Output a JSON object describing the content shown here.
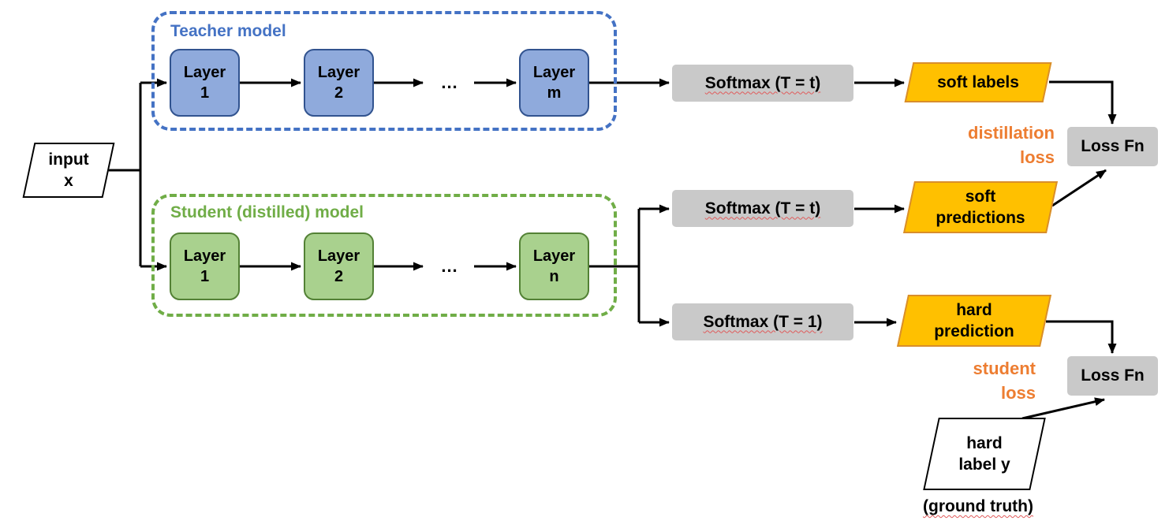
{
  "diagram": {
    "input": {
      "label": "input\nx"
    },
    "teacher": {
      "title": "Teacher model",
      "layers": [
        "Layer\n1",
        "Layer\n2",
        "Layer\nm"
      ],
      "dots": "..."
    },
    "student": {
      "title": "Student (distilled) model",
      "layers": [
        "Layer\n1",
        "Layer\n2",
        "Layer\nn"
      ],
      "dots": "..."
    },
    "softmax": {
      "teacher_t": "Softmax (T = t)",
      "student_t": "Softmax (T = t)",
      "student_1": "Softmax (T = 1)"
    },
    "outputs": {
      "soft_labels": "soft labels",
      "soft_predictions": "soft\npredictions",
      "hard_prediction": "hard\nprediction"
    },
    "losses": {
      "distillation_caption": "distillation\nloss",
      "student_caption": "student\nloss",
      "loss_fn_top": "Loss Fn",
      "loss_fn_bottom": "Loss Fn"
    },
    "ground_truth": {
      "label": "hard\nlabel y",
      "caption": "(ground truth)"
    },
    "colors": {
      "teacher_fill": "#8FAADC",
      "teacher_border": "#4472C4",
      "student_fill": "#A9D18E",
      "student_border": "#70AD47",
      "process_fill": "#C9C9C9",
      "output_fill": "#FFC000",
      "loss_text": "#ED7D31"
    }
  }
}
